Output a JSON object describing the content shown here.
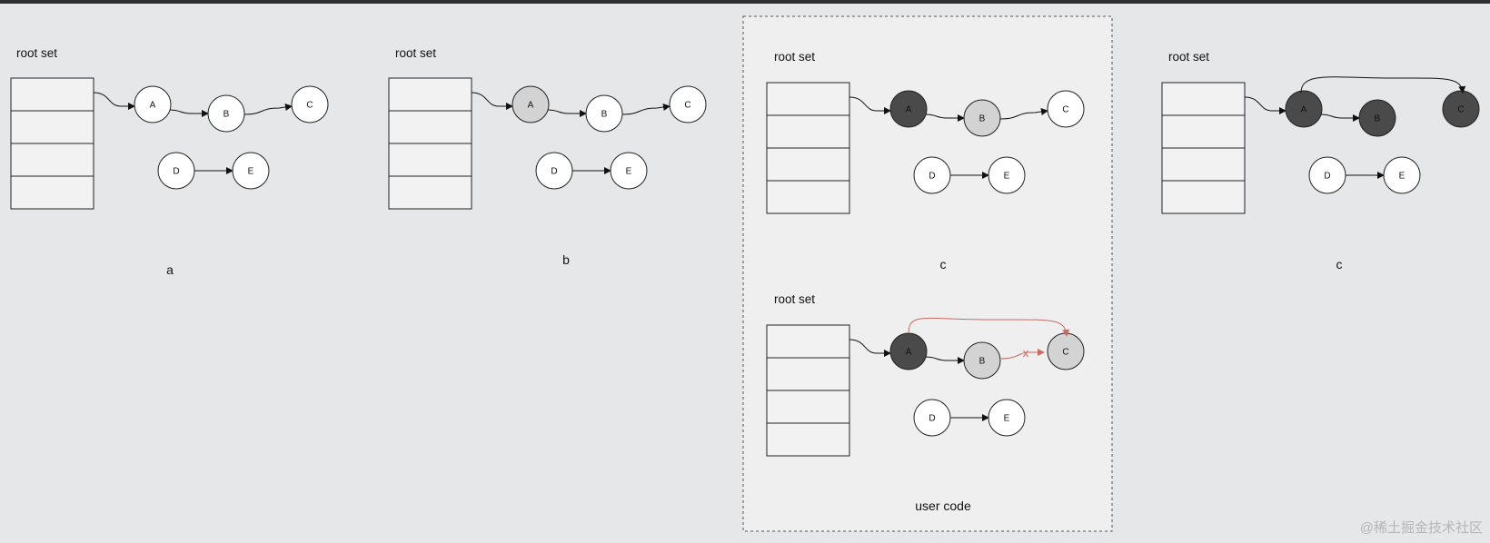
{
  "diagram": {
    "panels": [
      {
        "root_label": "root set",
        "caption": "a",
        "nodes": [
          {
            "id": "A",
            "label": "A",
            "state": "white"
          },
          {
            "id": "B",
            "label": "B",
            "state": "white"
          },
          {
            "id": "C",
            "label": "C",
            "state": "white"
          },
          {
            "id": "D",
            "label": "D",
            "state": "white"
          },
          {
            "id": "E",
            "label": "E",
            "state": "white"
          }
        ]
      },
      {
        "root_label": "root set",
        "caption": "b",
        "nodes": [
          {
            "id": "A",
            "label": "A",
            "state": "grey"
          },
          {
            "id": "B",
            "label": "B",
            "state": "white"
          },
          {
            "id": "C",
            "label": "C",
            "state": "white"
          },
          {
            "id": "D",
            "label": "D",
            "state": "white"
          },
          {
            "id": "E",
            "label": "E",
            "state": "white"
          }
        ]
      },
      {
        "root_label": "root set",
        "caption": "c",
        "nodes": [
          {
            "id": "A",
            "label": "A",
            "state": "black"
          },
          {
            "id": "B",
            "label": "B",
            "state": "grey"
          },
          {
            "id": "C",
            "label": "C",
            "state": "white"
          },
          {
            "id": "D",
            "label": "D",
            "state": "white"
          },
          {
            "id": "E",
            "label": "E",
            "state": "white"
          }
        ]
      },
      {
        "root_label": "root set",
        "caption": "",
        "nodes": [
          {
            "id": "A",
            "label": "A",
            "state": "black"
          },
          {
            "id": "B",
            "label": "B",
            "state": "grey"
          },
          {
            "id": "C",
            "label": "C",
            "state": "grey"
          },
          {
            "id": "D",
            "label": "D",
            "state": "white"
          },
          {
            "id": "E",
            "label": "E",
            "state": "white"
          }
        ]
      },
      {
        "root_label": "root set",
        "caption": "c",
        "nodes": [
          {
            "id": "A",
            "label": "A",
            "state": "black"
          },
          {
            "id": "B",
            "label": "B",
            "state": "black"
          },
          {
            "id": "C",
            "label": "C",
            "state": "black"
          },
          {
            "id": "D",
            "label": "D",
            "state": "white"
          },
          {
            "id": "E",
            "label": "E",
            "state": "white"
          }
        ]
      }
    ],
    "user_code_label": "user code",
    "removed_edge_mark": "x",
    "colors": {
      "white": "#ffffff",
      "grey": "#d3d3d3",
      "light_grey": "#d8d8d8",
      "black": "#4a4a4a",
      "highlight_edge": "#c96a63",
      "box_fill": "#f2f2f2"
    }
  },
  "watermark": "@稀土掘金技术社区"
}
